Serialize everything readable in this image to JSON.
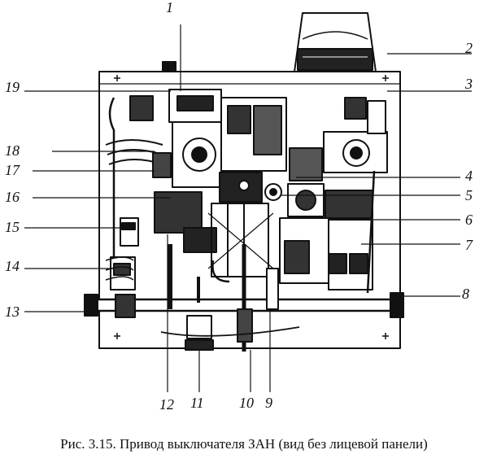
{
  "figure": {
    "caption": "Рис. 3.15. Привод выключателя ЗАН (вид без лицевой панели)",
    "callouts": [
      "1",
      "2",
      "3",
      "4",
      "5",
      "6",
      "7",
      "8",
      "9",
      "10",
      "11",
      "12",
      "13",
      "14",
      "15",
      "16",
      "17",
      "18",
      "19"
    ]
  }
}
